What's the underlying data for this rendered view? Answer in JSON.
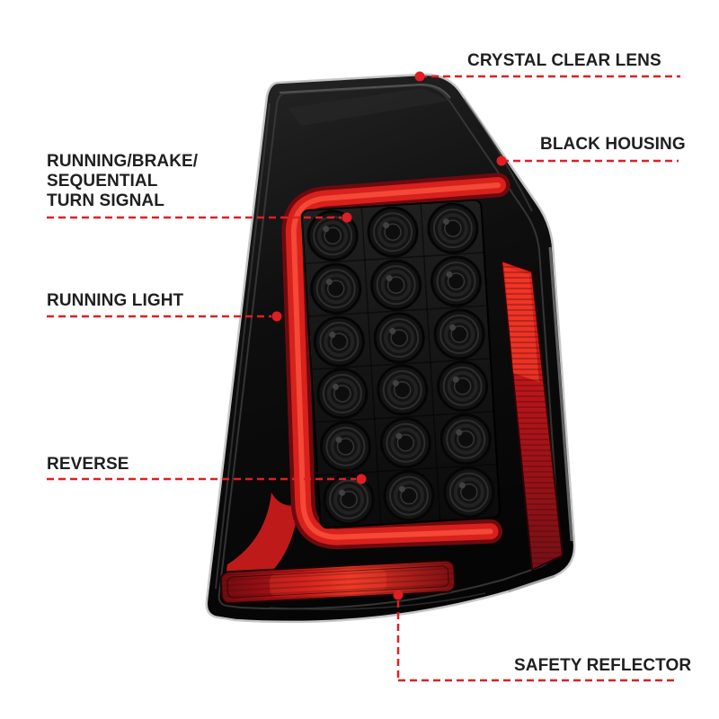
{
  "colors": {
    "callout_red": "#e01e24",
    "light_bar_red": "#d8201c",
    "background": "#ffffff"
  },
  "callouts": [
    {
      "id": "crystal-clear-lens",
      "label": "CRYSTAL CLEAR LENS"
    },
    {
      "id": "black-housing",
      "label": "BLACK HOUSING"
    },
    {
      "id": "running-brake-sequential-turn-signal",
      "lines": [
        "RUNNING/BRAKE/",
        "SEQUENTIAL",
        "TURN SIGNAL"
      ]
    },
    {
      "id": "running-light",
      "label": "RUNNING LIGHT"
    },
    {
      "id": "reverse",
      "label": "REVERSE"
    },
    {
      "id": "safety-reflector",
      "label": "SAFETY REFLECTOR"
    }
  ]
}
